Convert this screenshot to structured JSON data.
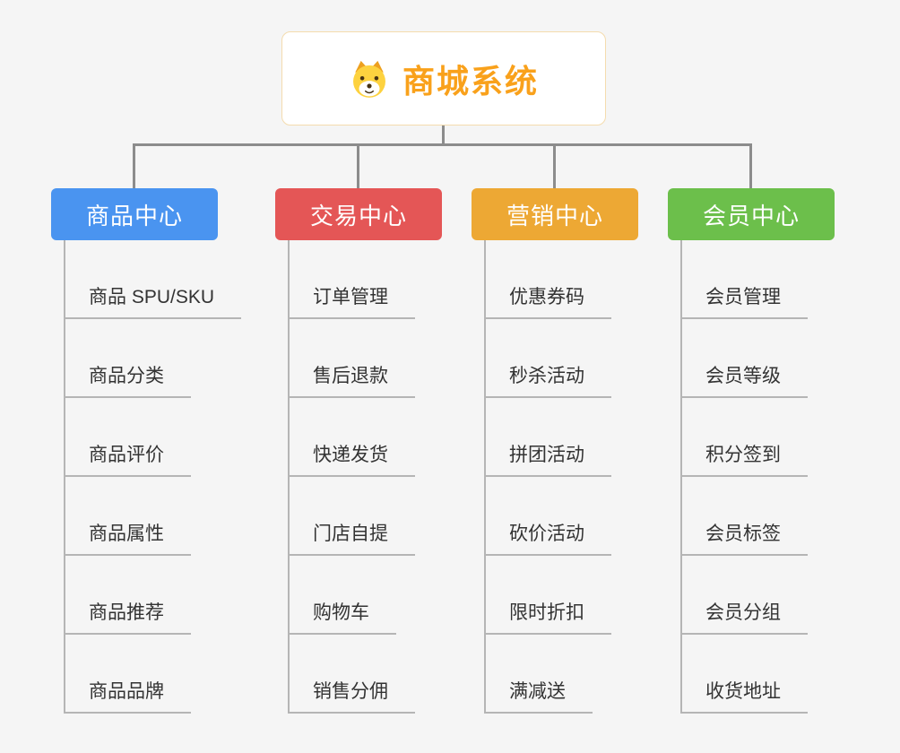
{
  "page": {
    "background": "#f5f5f5"
  },
  "root": {
    "title": "商城系统",
    "icon": "dog-face-icon",
    "title_color": "#f9a11b",
    "border_color": "#f4dcae"
  },
  "connector_color": "#8c8c8c",
  "child_line_color": "#b5b5b5",
  "branches": [
    {
      "label": "商品中心",
      "color": "#4a94f0",
      "children": [
        "商品 SPU/SKU",
        "商品分类",
        "商品评价",
        "商品属性",
        "商品推荐",
        "商品品牌"
      ]
    },
    {
      "label": "交易中心",
      "color": "#e45656",
      "children": [
        "订单管理",
        "售后退款",
        "快递发货",
        "门店自提",
        "购物车",
        "销售分佣"
      ]
    },
    {
      "label": "营销中心",
      "color": "#eda834",
      "children": [
        "优惠券码",
        "秒杀活动",
        "拼团活动",
        "砍价活动",
        "限时折扣",
        "满减送"
      ]
    },
    {
      "label": "会员中心",
      "color": "#6cbf4b",
      "children": [
        "会员管理",
        "会员等级",
        "积分签到",
        "会员标签",
        "会员分组",
        "收货地址"
      ]
    }
  ]
}
